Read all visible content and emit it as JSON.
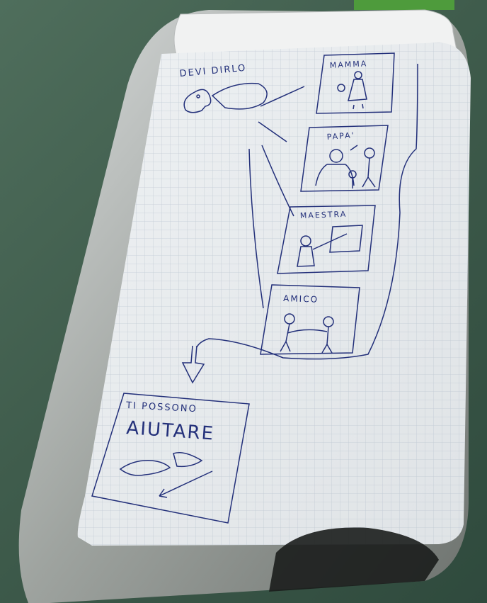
{
  "colors": {
    "background": "#46654f",
    "green_tab": "#4e9b3c",
    "ink": "#23307a",
    "paper": "#e8ebee",
    "grid": "#b9c3cf"
  },
  "drawing": {
    "header": "DEVI DIRLO",
    "boxes": [
      {
        "label": "MAMMA"
      },
      {
        "label": "PAPA'"
      },
      {
        "label": "MAESTRA"
      },
      {
        "label": "AMICO"
      }
    ],
    "result_box": {
      "line1": "TI POSSONO",
      "line2": "AIUTARE"
    }
  }
}
